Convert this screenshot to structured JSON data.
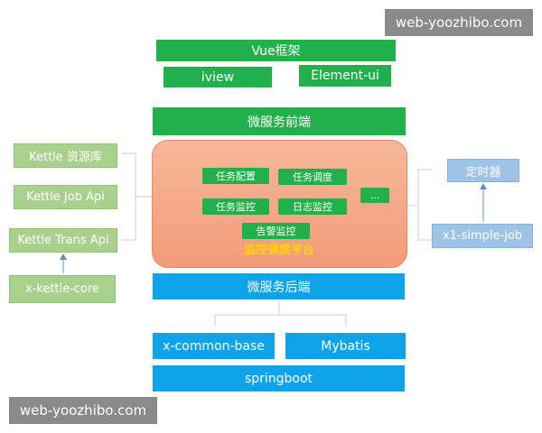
{
  "watermark": "web-yoozhibo.com",
  "frontend": {
    "vue": "Vue框架",
    "iview": "iview",
    "element": "Element-ui",
    "gateway": "微服务前端"
  },
  "platform": {
    "modules": {
      "task_config": "任务配置",
      "task_schedule": "任务调度",
      "task_monitor": "任务监控",
      "log_monitor": "日志监控",
      "alert_monitor": "告警监控",
      "more": "..."
    },
    "label": "监控调度平台"
  },
  "left": {
    "kettle_repo": "Kettle 资源库",
    "kettle_job_api": "Kettle Job Api",
    "kettle_trans_api": "Kettle Trans Api",
    "x_kettle_core": "x-kettle-core"
  },
  "right": {
    "timer": "定时器",
    "x1_simple_job": "x1-simple-job"
  },
  "backend": {
    "gateway": "微服务后端",
    "x_common_base": "x-common-base",
    "mybatis": "Mybatis",
    "springboot": "springboot"
  },
  "colors": {
    "green": "#21b04b",
    "blue": "#0fa3ea",
    "light_green": "#a9d18e",
    "light_blue": "#9dc3e6",
    "platform": "#f4a582",
    "platform_label": "#ffd400"
  }
}
